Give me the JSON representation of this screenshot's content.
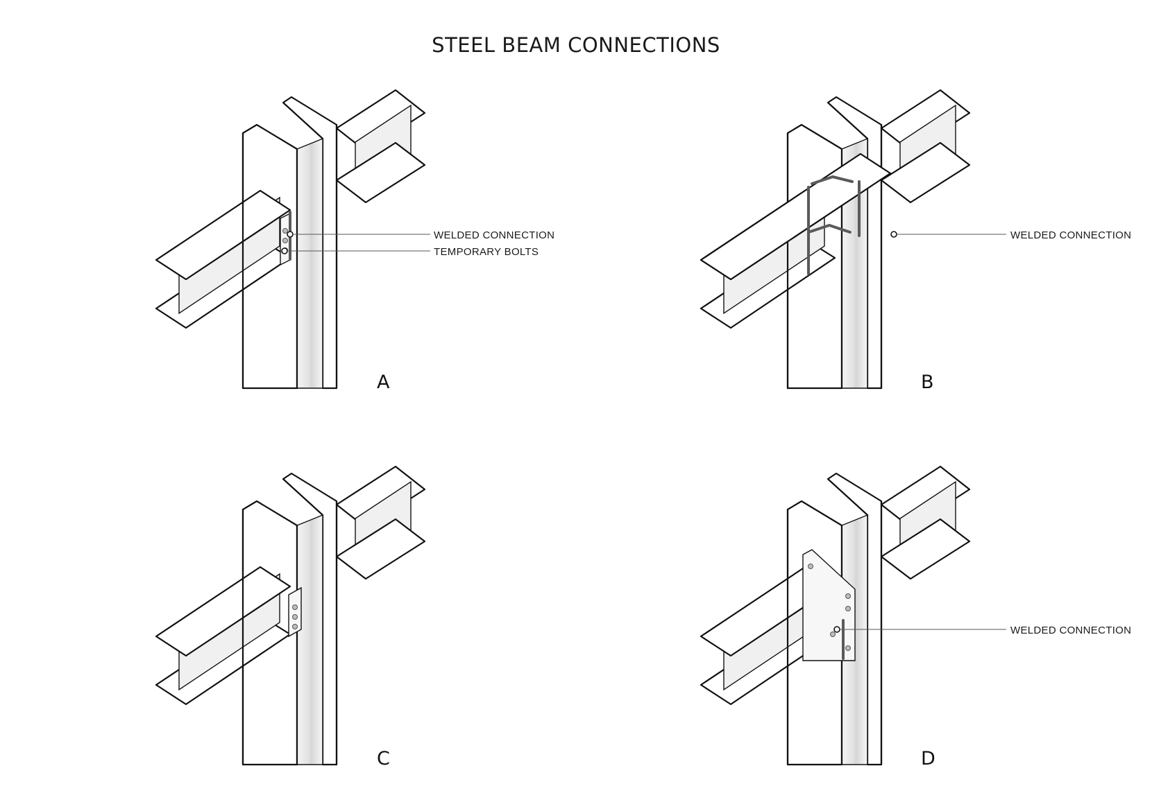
{
  "title": "STEEL BEAM CONNECTIONS",
  "panels": [
    {
      "letter": "A",
      "callouts": [
        "WELDED CONNECTION",
        "TEMPORARY BOLTS"
      ]
    },
    {
      "letter": "B",
      "callouts": [
        "WELDED CONNECTION"
      ]
    },
    {
      "letter": "C",
      "callouts": []
    },
    {
      "letter": "D",
      "callouts": [
        "WELDED CONNECTION"
      ]
    }
  ]
}
